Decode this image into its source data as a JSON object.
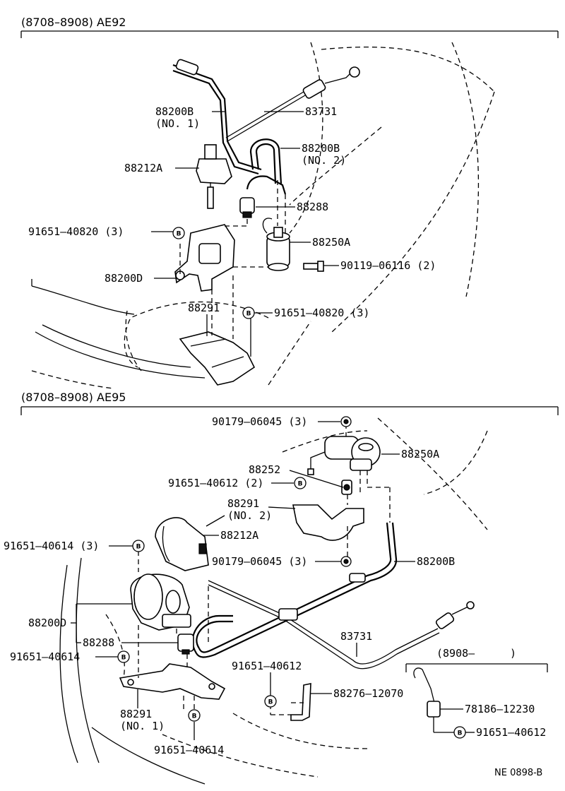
{
  "sections": {
    "ae92": {
      "title": "(8708–8908) AE92",
      "labels": {
        "hose_no1_part": "88200B",
        "hose_no1_sub": "(NO. 1)",
        "cable": "83731",
        "hose_no2_part": "88200B",
        "hose_no2_sub": "(NO. 2)",
        "actuator": "88212A",
        "vsv": "88288",
        "bolt_left": "91651–40820 (3)",
        "valve": "88250A",
        "screw": "90119–06116 (2)",
        "bracket": "88200D",
        "support": "88291",
        "bolt_bottom": "91651–40820 (3)"
      }
    },
    "ae95": {
      "title": "(8708–8908) AE95",
      "labels": {
        "nut_top": "90179–06045 (3)",
        "valve": "88250A",
        "part_88252": "88252",
        "bolt_40612_2": "91651–40612 (2)",
        "support_no2_part": "88291",
        "support_no2_sub": "(NO. 2)",
        "actuator": "88212A",
        "bolt_40614_3": "91651–40614 (3)",
        "nut_mid": "90179–06045 (3)",
        "hose": "88200B",
        "bracket": "88200D",
        "cable": "83731",
        "vsv": "88288",
        "bolt_40614_left": "91651–40614",
        "bolt_40612": "91651–40612",
        "part_88276": "88276–12070",
        "support_no1_part": "88291",
        "support_no1_sub": "(NO. 1)",
        "bolt_40614_bottom": "91651–40614"
      }
    },
    "inset": {
      "title": "(8908–",
      "title_close": ")",
      "sensor": "78186‒12230",
      "bolt": "91651–40612"
    }
  },
  "footer": {
    "ref_code": "NE  0898-B"
  },
  "icons": {
    "bolt_marker": "B"
  }
}
